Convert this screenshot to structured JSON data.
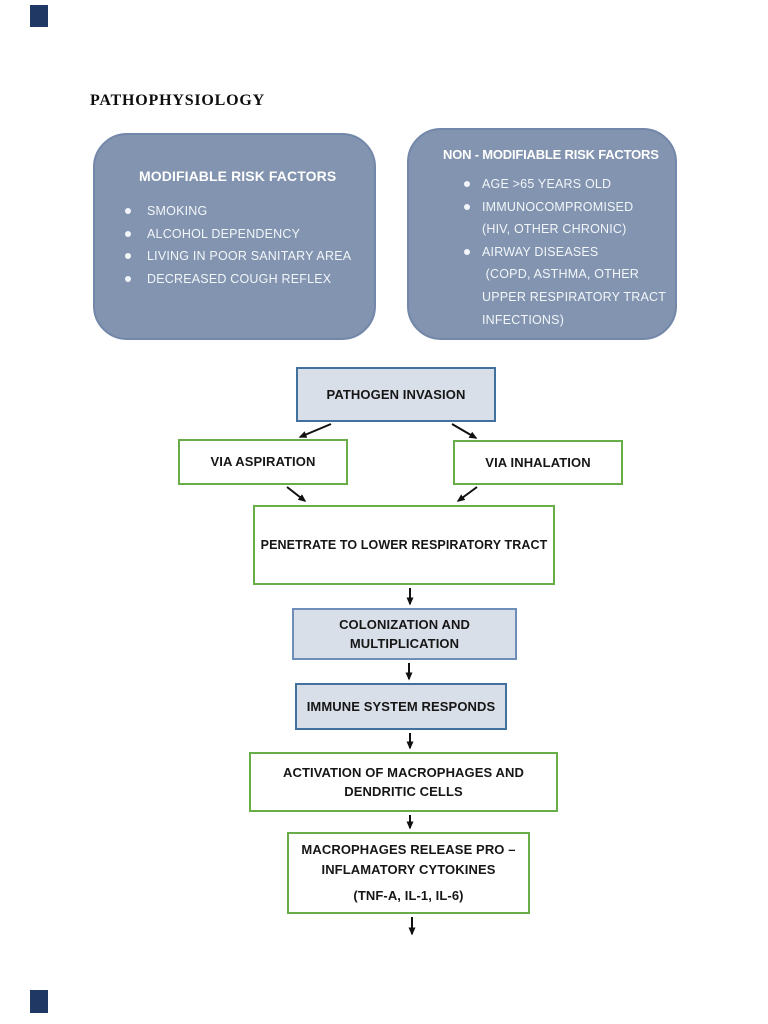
{
  "page": {
    "title": "PATHOPHYSIOLOGY"
  },
  "risk_panels": {
    "modifiable": {
      "title": "MODIFIABLE RISK FACTORS",
      "items": [
        "SMOKING",
        "ALCOHOL DEPENDENCY",
        "LIVING IN POOR SANITARY AREA",
        "DECREASED COUGH REFLEX"
      ]
    },
    "non_modifiable": {
      "title": "NON - MODIFIABLE RISK FACTORS",
      "items": [
        "AGE >65 YEARS OLD",
        "IMMUNOCOMPROMISED\n(HIV, OTHER CHRONIC)",
        "AIRWAY DISEASES\n (COPD, ASTHMA, OTHER\nUPPER RESPIRATORY TRACT\nINFECTIONS)"
      ]
    }
  },
  "flowchart": {
    "pathogen_invasion": "PATHOGEN INVASION",
    "via_aspiration": "VIA ASPIRATION",
    "via_inhalation": "VIA INHALATION",
    "penetrate": "PENETRATE TO LOWER RESPIRATORY TRACT",
    "colonization": "COLONIZATION AND\nMULTIPLICATION",
    "immune": "IMMUNE SYSTEM RESPONDS",
    "activation": "ACTIVATION OF MACROPHAGES AND\nDENDRITIC CELLS",
    "macrophages_release": "MACROPHAGES RELEASE PRO –\nINFLAMATORY CYTOKINES",
    "cytokines": "(TNF-A, IL-1, IL-6)"
  },
  "colors": {
    "panel_fill": "#8294AF",
    "panel_border": "#7287A9",
    "node_blue_fill": "#D9DFE9",
    "node_blue_border": "#41719C",
    "node_blue_border_light": "#6F8DB9",
    "node_green_border": "#69AD48",
    "arrow": "#111111",
    "corner_marker": "#1F3864",
    "panel_text": "#F2F6FA"
  }
}
